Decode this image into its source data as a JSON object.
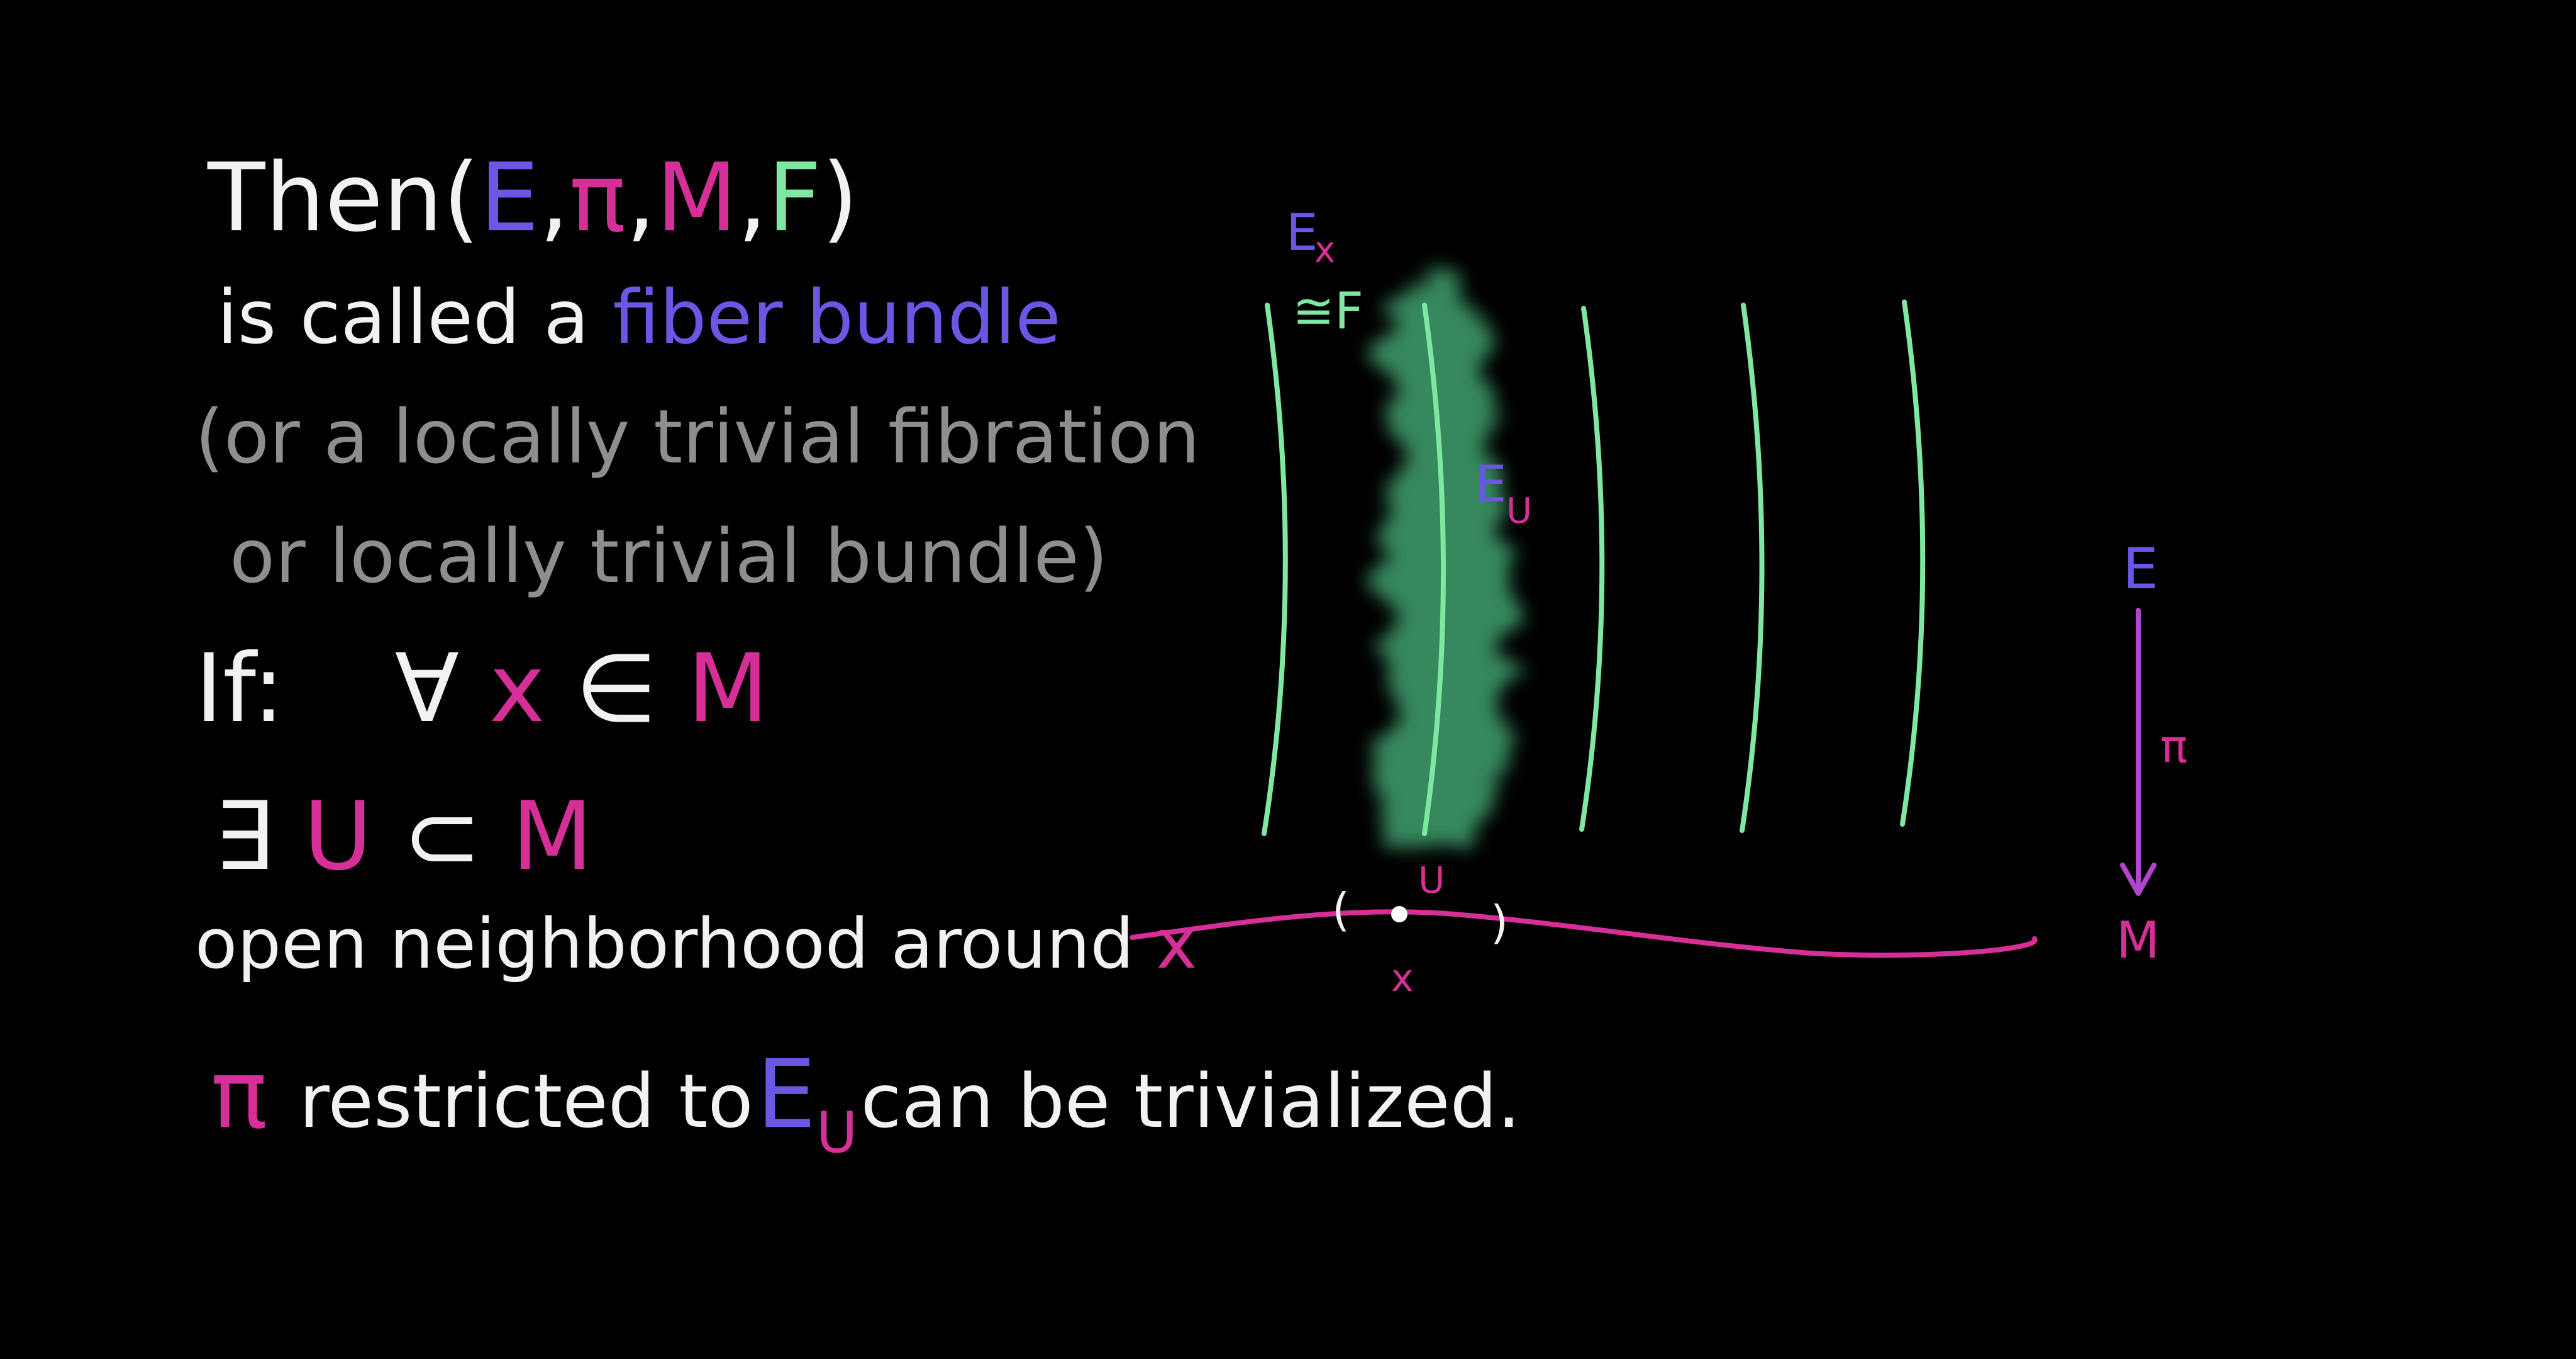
{
  "statement": {
    "then_word": "Then",
    "tuple_open": "(",
    "E": "E",
    "pi": "π",
    "M": "M",
    "F": "F",
    "comma": ",",
    "tuple_close": ")",
    "is_called": "is called a",
    "fiber_bundle": "fiber bundle",
    "alt_line1": "(or a locally trivial fibration",
    "alt_line2": "or locally trivial bundle)",
    "if_label": "If:",
    "forall": "∀",
    "x": "x",
    "in": "∈",
    "exists": "∃",
    "U": "U",
    "subset": "⊂",
    "open_nbhd": "open neighborhood around",
    "restricted_to": "restricted to",
    "can_be_trivialized": "can be trivialized."
  },
  "diagram": {
    "fiber_label": "E",
    "fiber_sub": "x",
    "iso_label": "≅F",
    "eu_label": "E",
    "eu_sub": "U",
    "base_U": "U",
    "base_x": "x",
    "left_paren": "(",
    "right_paren": ")",
    "arrow_top": "E",
    "arrow_mid": "π",
    "arrow_bottom": "M"
  },
  "colors": {
    "white": "#f2f2f2",
    "gray": "#8e8e8e",
    "blue": "#6b57e6",
    "magenta": "#d62f98",
    "green": "#7ee8a2"
  }
}
